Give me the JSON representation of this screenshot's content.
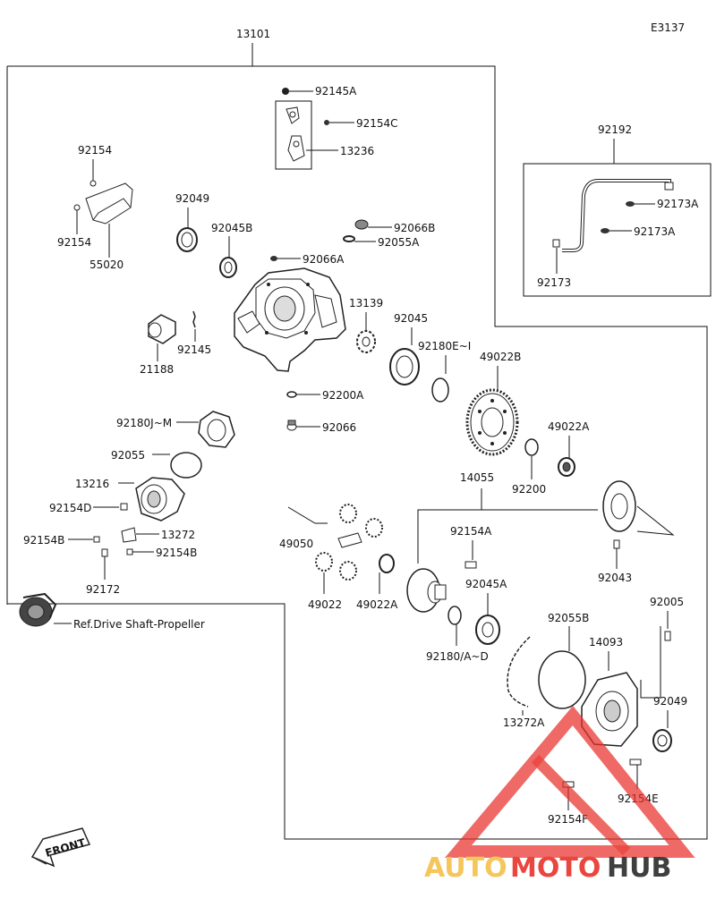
{
  "diagram_code": "E3137",
  "assembly_number": "13101",
  "reference_note": "Ref.Drive Shaft-Propeller",
  "front_label": "FRONT",
  "inset_label": "92192",
  "labels": {
    "l92145A": "92145A",
    "l92154C": "92154C",
    "l13236": "13236",
    "l92154_top": "92154",
    "l92154_left": "92154",
    "l55020": "55020",
    "l92049_top": "92049",
    "l92045B": "92045B",
    "l92066B": "92066B",
    "l92055A": "92055A",
    "l92066A": "92066A",
    "l13139": "13139",
    "l92045": "92045",
    "l92180E": "92180E~I",
    "l49022B": "49022B",
    "l21188": "21188",
    "l92145": "92145",
    "l92200A": "92200A",
    "l92066": "92066",
    "l92180J": "92180J~M",
    "l92055": "92055",
    "l49022A_top": "49022A",
    "l92200": "92200",
    "l13216": "13216",
    "l14055": "14055",
    "l92154D": "92154D",
    "l13272": "13272",
    "l92154B_left": "92154B",
    "l92154B_right": "92154B",
    "l92154A": "92154A",
    "l49050": "49050",
    "l92043": "92043",
    "l92172": "92172",
    "l49022": "49022",
    "l49022A_bottom": "49022A",
    "l92045A": "92045A",
    "l92005": "92005",
    "l92055B": "92055B",
    "l14093": "14093",
    "l92180AD": "92180/A~D",
    "l92049_bottom": "92049",
    "l13272A": "13272A",
    "l92154E": "92154E",
    "l92154F": "92154F",
    "l92173A_1": "92173A",
    "l92173A_2": "92173A",
    "l92173": "92173"
  },
  "watermark": {
    "part1": "AUTO",
    "part2": "MOTO",
    "part3": "HUB",
    "color_light": "#f4c04a",
    "color_red": "#e8312a",
    "color_dark": "#2b2b2b"
  }
}
